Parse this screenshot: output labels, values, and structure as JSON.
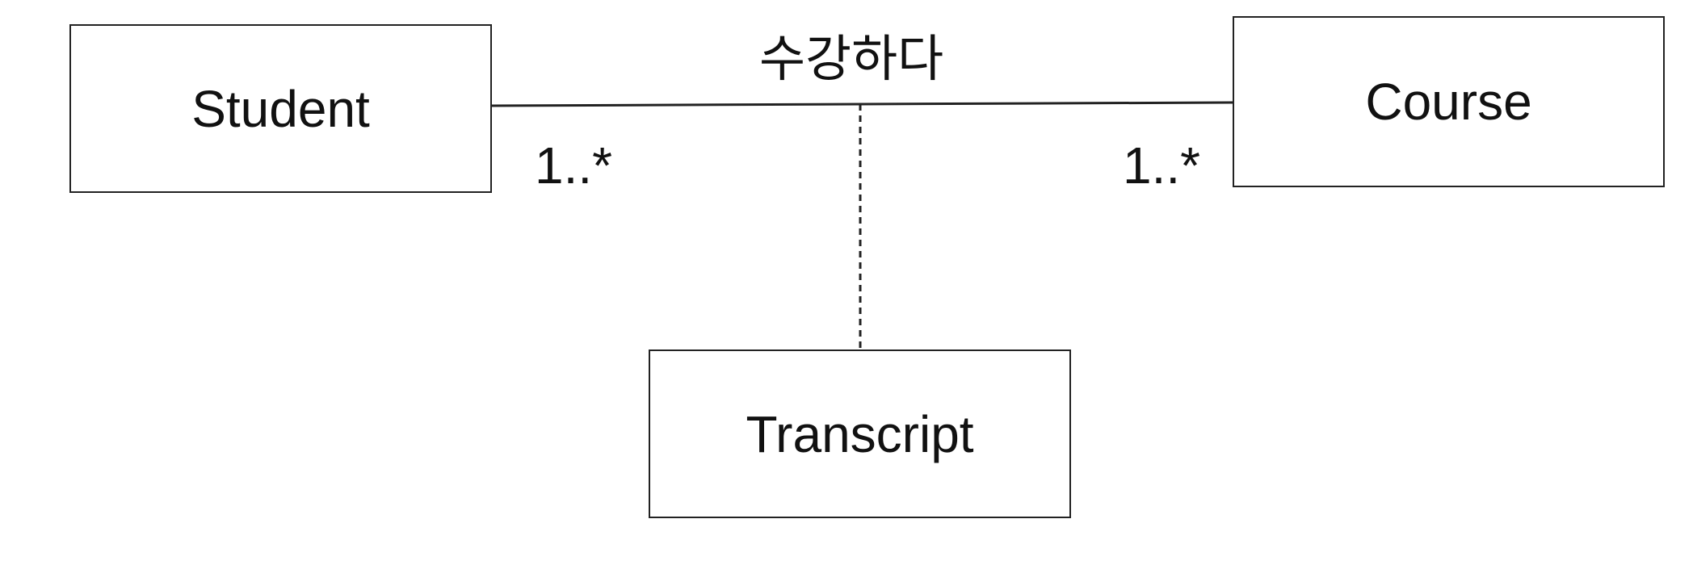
{
  "diagram": {
    "classes": {
      "student": "Student",
      "course": "Course",
      "transcript": "Transcript"
    },
    "association": {
      "label": "수강하다",
      "student_multiplicity": "1..*",
      "course_multiplicity": "1..*",
      "association_class": "Transcript",
      "association_class_link": "dashed"
    },
    "colors": {
      "stroke": "#222222",
      "text": "#111111",
      "background": "#ffffff"
    }
  }
}
